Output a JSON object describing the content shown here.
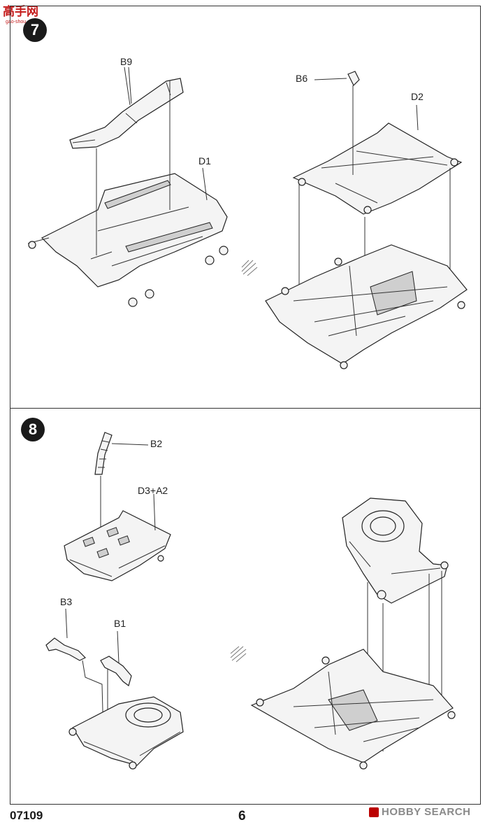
{
  "watermark_top": {
    "brand": "高手网",
    "domain": "gao-shou.com"
  },
  "step7": {
    "number": "7",
    "labels": {
      "b9": "B9",
      "d1": "D1",
      "b6": "B6",
      "d2": "D2"
    }
  },
  "step8": {
    "number": "8",
    "labels": {
      "b2": "B2",
      "d3a2": "D3+A2",
      "b3": "B3",
      "b1": "B1"
    }
  },
  "footer": {
    "code": "07109",
    "page": "6"
  },
  "watermark_bottom": {
    "text": "HOBBY SEARCH"
  }
}
